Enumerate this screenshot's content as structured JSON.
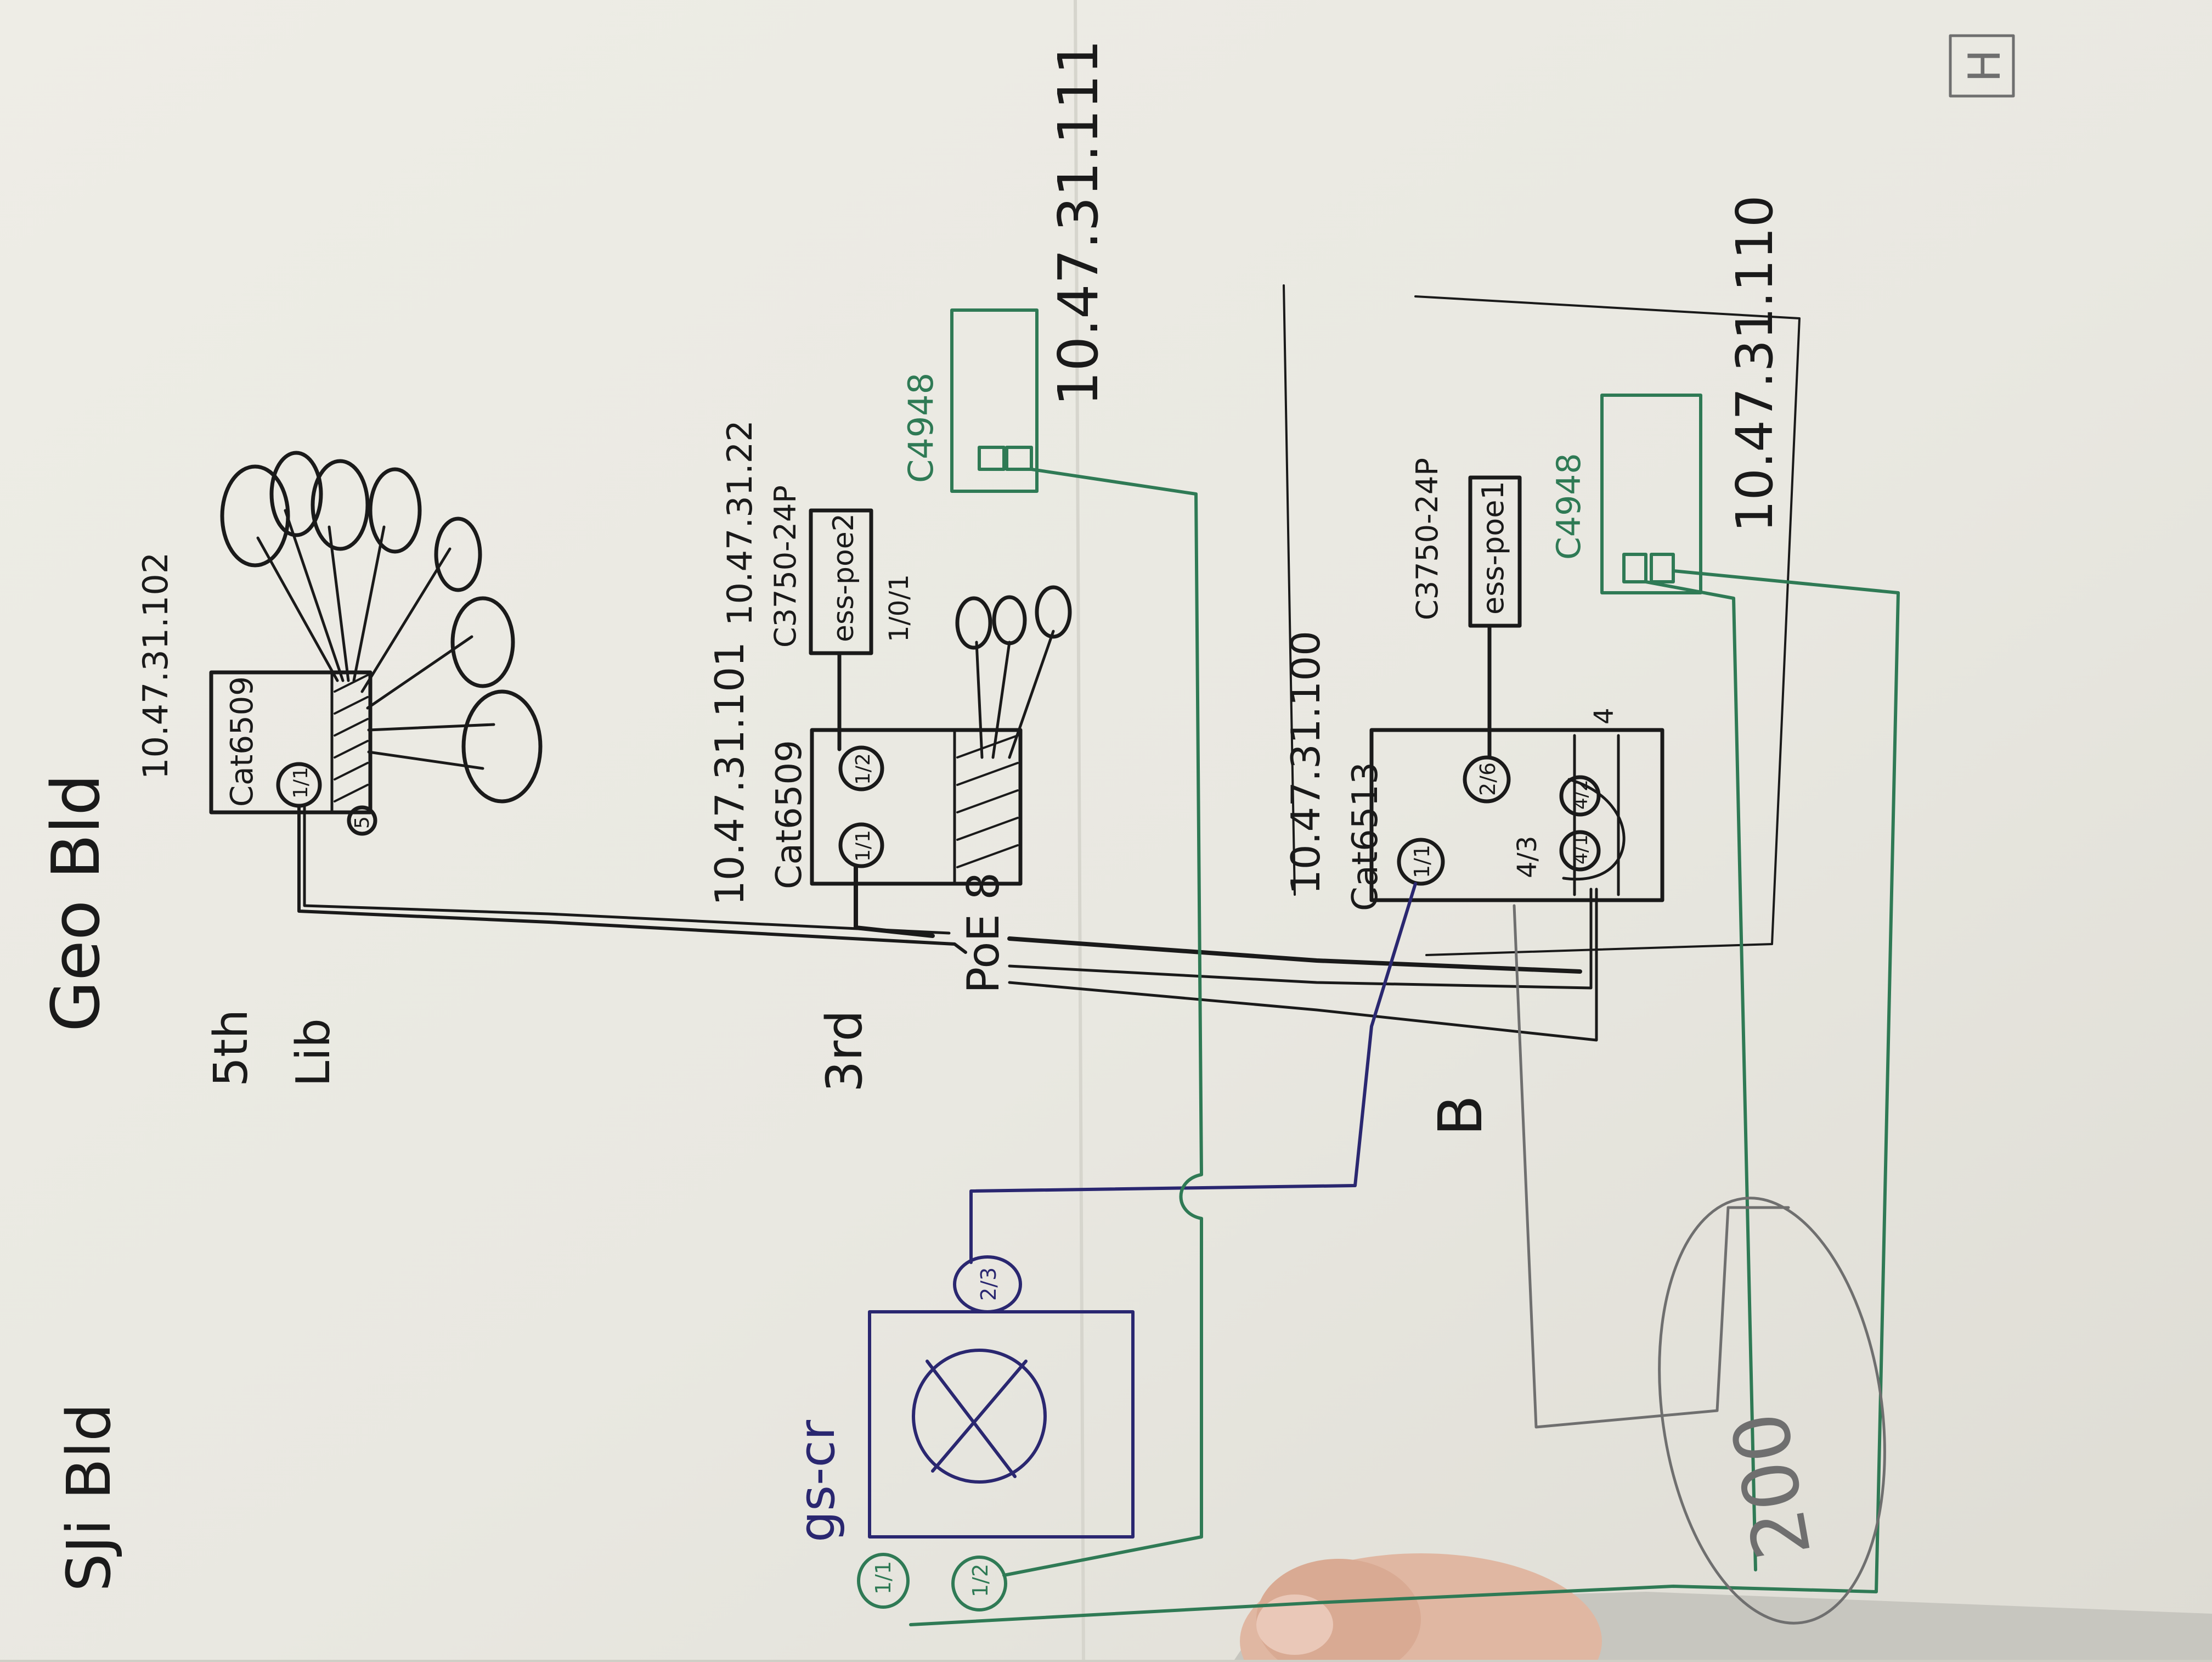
{
  "title": "Geo Bld",
  "labels": {
    "sji_bld": "SJi Bld",
    "fifth": "5th",
    "lib": "Lib",
    "third": "3rd",
    "poe8": "PoE 8",
    "gs_cr": "gs-cr",
    "b_mark": "B",
    "two_hundred": "200",
    "h_box": "H"
  },
  "devices": {
    "lib_switch": {
      "ip": "10.47.31.102",
      "model": "Cat6509",
      "port_a": "1/1",
      "port_b": "5"
    },
    "third_switch": {
      "ip": "10.47.31.101",
      "model": "Cat6509",
      "port_a": "1/1",
      "port_b": "1/2"
    },
    "third_stack": {
      "ip": "10.47.31.22",
      "model": "C3750-24P",
      "name": "ess-poe2",
      "port": "1/0/1"
    },
    "top_c4948": {
      "model": "C4948",
      "ip": "10.47.31.111"
    },
    "b_switch": {
      "ip": "10.47.31.100",
      "model": "Cat6513",
      "port_a": "1/1",
      "port_b": "2/6",
      "port_c": "4/3",
      "port_d": "4/1",
      "port_e": "4/2",
      "slot": "4"
    },
    "b_stack": {
      "model": "C3750-24P",
      "name": "ess-poe1"
    },
    "b_c4948": {
      "model": "C4948",
      "ip": "10.47.31.110"
    },
    "core": {
      "port_top": "2/3",
      "port_l": "1/1",
      "port_r": "1/2"
    }
  },
  "colors": {
    "ink": "#1a1a1a",
    "navy": "#2a2770",
    "green": "#2f7a55",
    "pencil": "#6f6f6f",
    "paper": "#ecebe4"
  }
}
